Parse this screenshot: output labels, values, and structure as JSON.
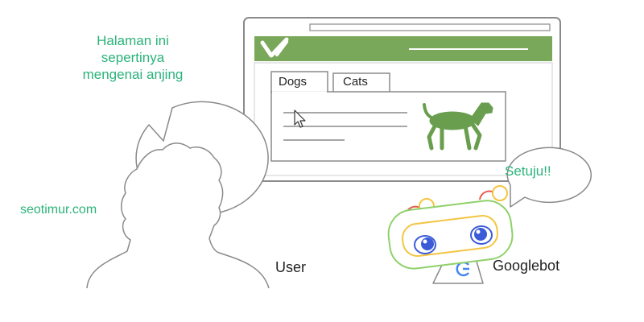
{
  "user_bubble": {
    "text": "Halaman ini sepertinya mengenai anjing"
  },
  "bot_bubble": {
    "text": "Setuju!!"
  },
  "watermark": "seotimur.com",
  "labels": {
    "user": "User",
    "googlebot": "Googlebot"
  },
  "browser": {
    "tabs": [
      {
        "label": "Dogs"
      },
      {
        "label": "Cats"
      }
    ],
    "header_color": "#7aa85b",
    "dog_color": "#6a9e4f"
  },
  "colors": {
    "accent_text": "#2bb37a",
    "bot_outline": "#8fd16b",
    "bot_eye": "#3b5bd8"
  },
  "icons": [
    "checkmark-logo-icon",
    "mouse-cursor-icon",
    "dog-icon",
    "google-g-icon"
  ]
}
